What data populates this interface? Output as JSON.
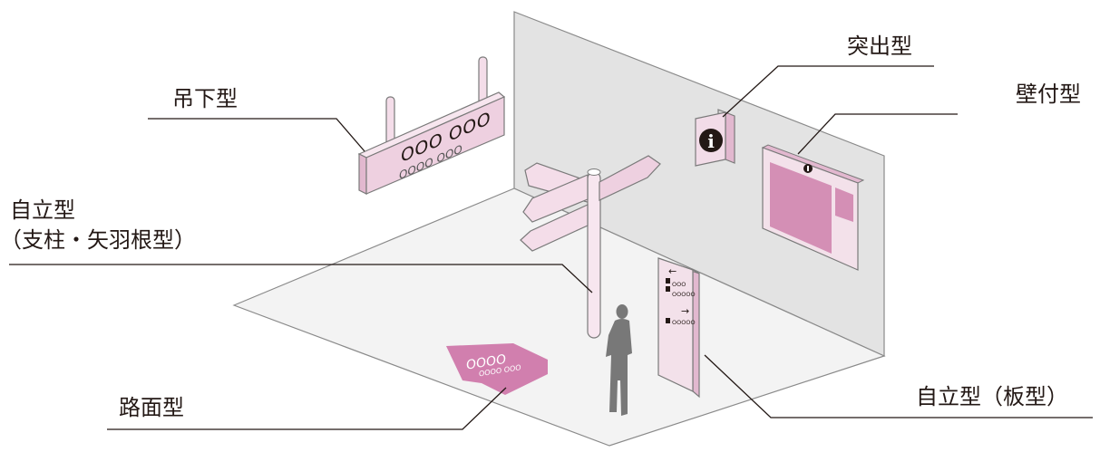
{
  "labels": {
    "suspended": "吊下型",
    "protruding": "突出型",
    "wall_mounted": "壁付型",
    "freestanding_line1": "自立型",
    "freestanding_line2": "（支柱・矢羽根型）",
    "road_surface": "路面型",
    "freestanding_board": "自立型（板型）"
  },
  "sign_texts": {
    "hanging_big": "OOO OOO",
    "hanging_small": "OOOO OOO",
    "floor_big": "OOOO",
    "floor_small": "OOOO OOO",
    "info_glyph": "i",
    "board_row1": "OOO",
    "board_row2": "OOOOO",
    "board_row3": "OOOOO"
  },
  "colors": {
    "pink_light": "#f2d9e6",
    "pink_mid": "#e9bfd6",
    "pink_dark": "#d27fae",
    "wall": "#e2e2e2",
    "floor": "#f4f4f4",
    "stroke": "#7a7a7a",
    "figure": "#787878",
    "text": "#231815"
  }
}
